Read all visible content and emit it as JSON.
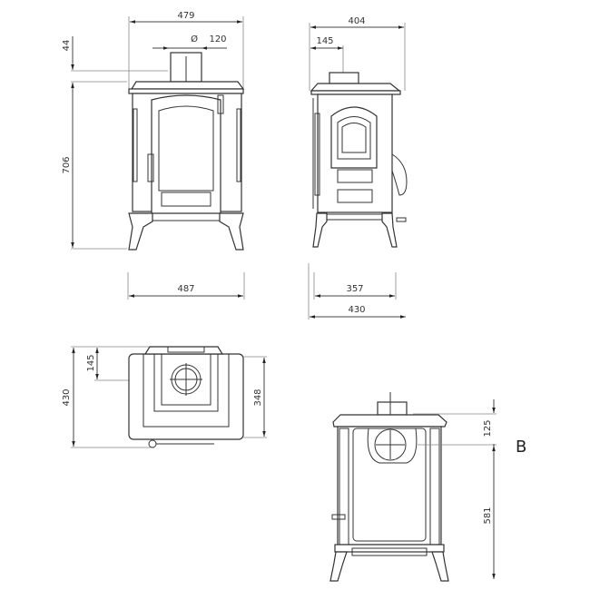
{
  "drawing": {
    "subject": "Stove dimension drawing",
    "front_view": {
      "width_top": "479",
      "flue_diameter_symbol": "Ø",
      "flue_diameter": "120",
      "flue_height": "44",
      "total_height": "706",
      "base_width": "487"
    },
    "side_view": {
      "width_top": "404",
      "flue_offset": "145",
      "base_depth_inner": "357",
      "base_depth_outer": "430"
    },
    "top_view": {
      "flue_offset": "145",
      "depth": "430",
      "body_depth": "348"
    },
    "rear_view": {
      "flue_center_from_top": "125",
      "flue_center_height": "581",
      "label": "B"
    }
  }
}
